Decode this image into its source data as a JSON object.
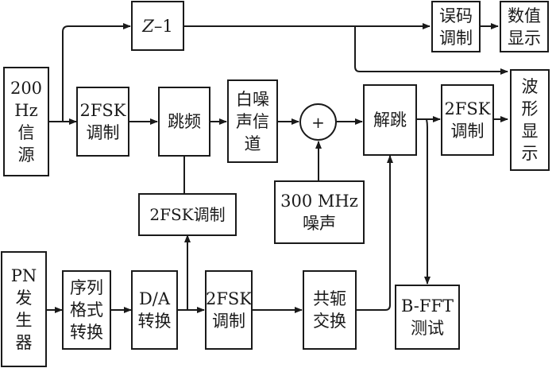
{
  "blocks": {
    "source": "200\nHz\n信\n源",
    "delay_prefix": "Z",
    "delay_suffix": "–1",
    "fsk_mod_1": "2FSK\n调制",
    "hopping": "跳频",
    "white_noise_channel": "白噪\n声信\n道",
    "adder": "+",
    "dehop": "解跳",
    "fsk_mod_2": "2FSK\n调制",
    "waveform_display": "波\n形\n显\n示",
    "ber_mod": "误码\n调制",
    "value_display": "数值\n显示",
    "noise_300": "300 MHz\n噪声",
    "fsk_mod_mid": "2FSK调制",
    "pn_generator": "PN\n发\n生\n器",
    "seq_format": "序列\n格式\n转换",
    "da_convert": "D/A\n转换",
    "fsk_mod_3": "2FSK\n调制",
    "conjugate": "共轭\n交换",
    "bfft_test": "B-FFT\n测试"
  }
}
